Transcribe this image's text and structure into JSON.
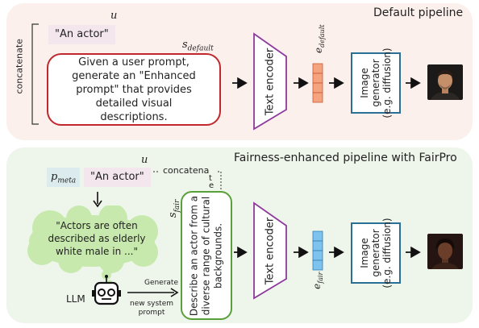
{
  "top": {
    "title": "Default pipeline",
    "u_label": "u",
    "user_prompt": "\"An actor\"",
    "s_label": "s",
    "s_sub": "default",
    "concatenate_label": "concatenate",
    "system_prompt": "Given a user prompt, generate an \"Enhanced prompt\" that provides detailed visual descriptions.",
    "encoder_label": "Text encoder",
    "e_label": "e",
    "e_sub": "default",
    "generator_label": [
      "Image",
      "generator",
      "(e.g. diffusion)"
    ]
  },
  "bottom": {
    "title": "Fairness-enhanced pipeline with FairPro",
    "u_label": "u",
    "p_label": "p",
    "p_sub": "meta",
    "user_prompt": "\"An actor\"",
    "concatenate_label": [
      "concatena",
      "t",
      "e"
    ],
    "thought": "\"Actors are often described as elderly white male in ...\"",
    "llm_label": "LLM",
    "generate_label": [
      "Generate",
      "new system",
      "prompt"
    ],
    "s_label": "s",
    "s_sub": "fair",
    "system_prompt": "Describe an actor from a diverse range of cultural backgrounds.",
    "encoder_label": "Text encoder",
    "e_label": "e",
    "e_sub": "fair",
    "generator_label": [
      "Image",
      "generator",
      "(e.g. diffusion)"
    ]
  },
  "colors": {
    "top_panel": "#fcf0ec",
    "bottom_panel": "#eef5ea",
    "default_box_border": "#c0282d",
    "fair_box_border": "#5aa03a",
    "encoder_border": "#8e3a9c",
    "generator_border": "#2a6f95",
    "embedding_default": "#f5a27e",
    "embedding_fair": "#7ec3ee",
    "chip_user": "#f3e6ec",
    "chip_meta": "#dcecee",
    "thought": "#c8e9ad"
  }
}
